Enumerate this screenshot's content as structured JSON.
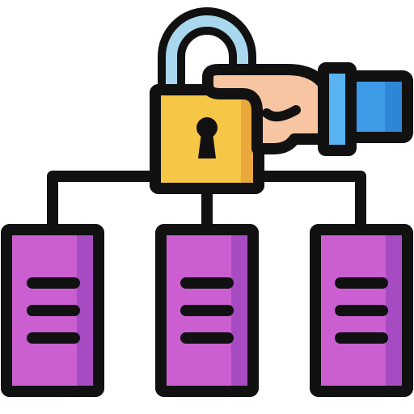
{
  "illustration": {
    "subject": "padlock-over-network-of-documents",
    "icon_names": [
      "padlock-icon",
      "hand-icon",
      "document-icon",
      "connector-lines"
    ],
    "documents_count": 3,
    "lines_per_document": 3,
    "colors": {
      "outline": "#111111",
      "lock_body": "#f6c646",
      "lock_body_shade": "#e9a93c",
      "lock_shackle_highlight": "#a9d8ee",
      "skin": "#f7c5a2",
      "sleeve": "#3c9ae6",
      "sleeve_cuff": "#58b4f0",
      "doc_fill": "#cb5fd1",
      "doc_shade": "#a74bc3",
      "background": "#ffffff"
    }
  }
}
